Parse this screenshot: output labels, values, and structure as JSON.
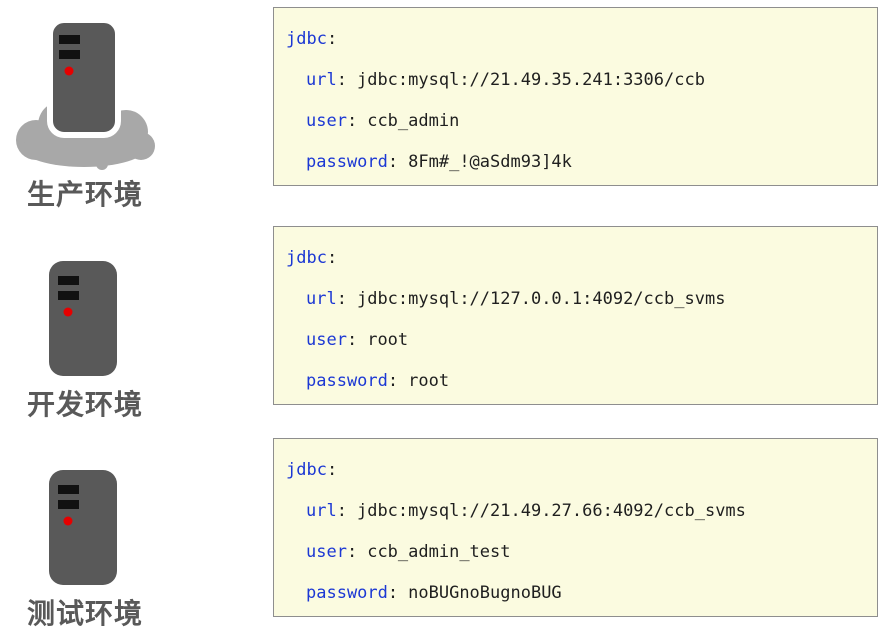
{
  "syntax": {
    "colon": ":"
  },
  "colors": {
    "key_blue": "#1c38d4",
    "value_text": "#1f1f1f",
    "box_background": "#fbfbe0",
    "box_border": "#8e8e8e",
    "server_body": "#595959",
    "server_slot": "#111111",
    "led_red": "#e60000",
    "cloud_gray": "#a8a8a8",
    "label_text": "#595959"
  },
  "environments": [
    {
      "id": "production",
      "label": "生产环境",
      "config": {
        "root_key": "jdbc",
        "entries": [
          {
            "key": "url",
            "value": "jdbc:mysql://21.49.35.241:3306/ccb"
          },
          {
            "key": "user",
            "value": "ccb_admin"
          },
          {
            "key": "password",
            "value": "8Fm#_!@aSdm93]4k"
          }
        ]
      }
    },
    {
      "id": "development",
      "label": "开发环境",
      "config": {
        "root_key": "jdbc",
        "entries": [
          {
            "key": "url",
            "value": "jdbc:mysql://127.0.0.1:4092/ccb_svms"
          },
          {
            "key": "user",
            "value": "root"
          },
          {
            "key": "password",
            "value": "root"
          }
        ]
      }
    },
    {
      "id": "test",
      "label": "测试环境",
      "config": {
        "root_key": "jdbc",
        "entries": [
          {
            "key": "url",
            "value": "jdbc:mysql://21.49.27.66:4092/ccb_svms"
          },
          {
            "key": "user",
            "value": "ccb_admin_test"
          },
          {
            "key": "password",
            "value": "noBUGnoBugnoBUG"
          }
        ]
      }
    }
  ]
}
